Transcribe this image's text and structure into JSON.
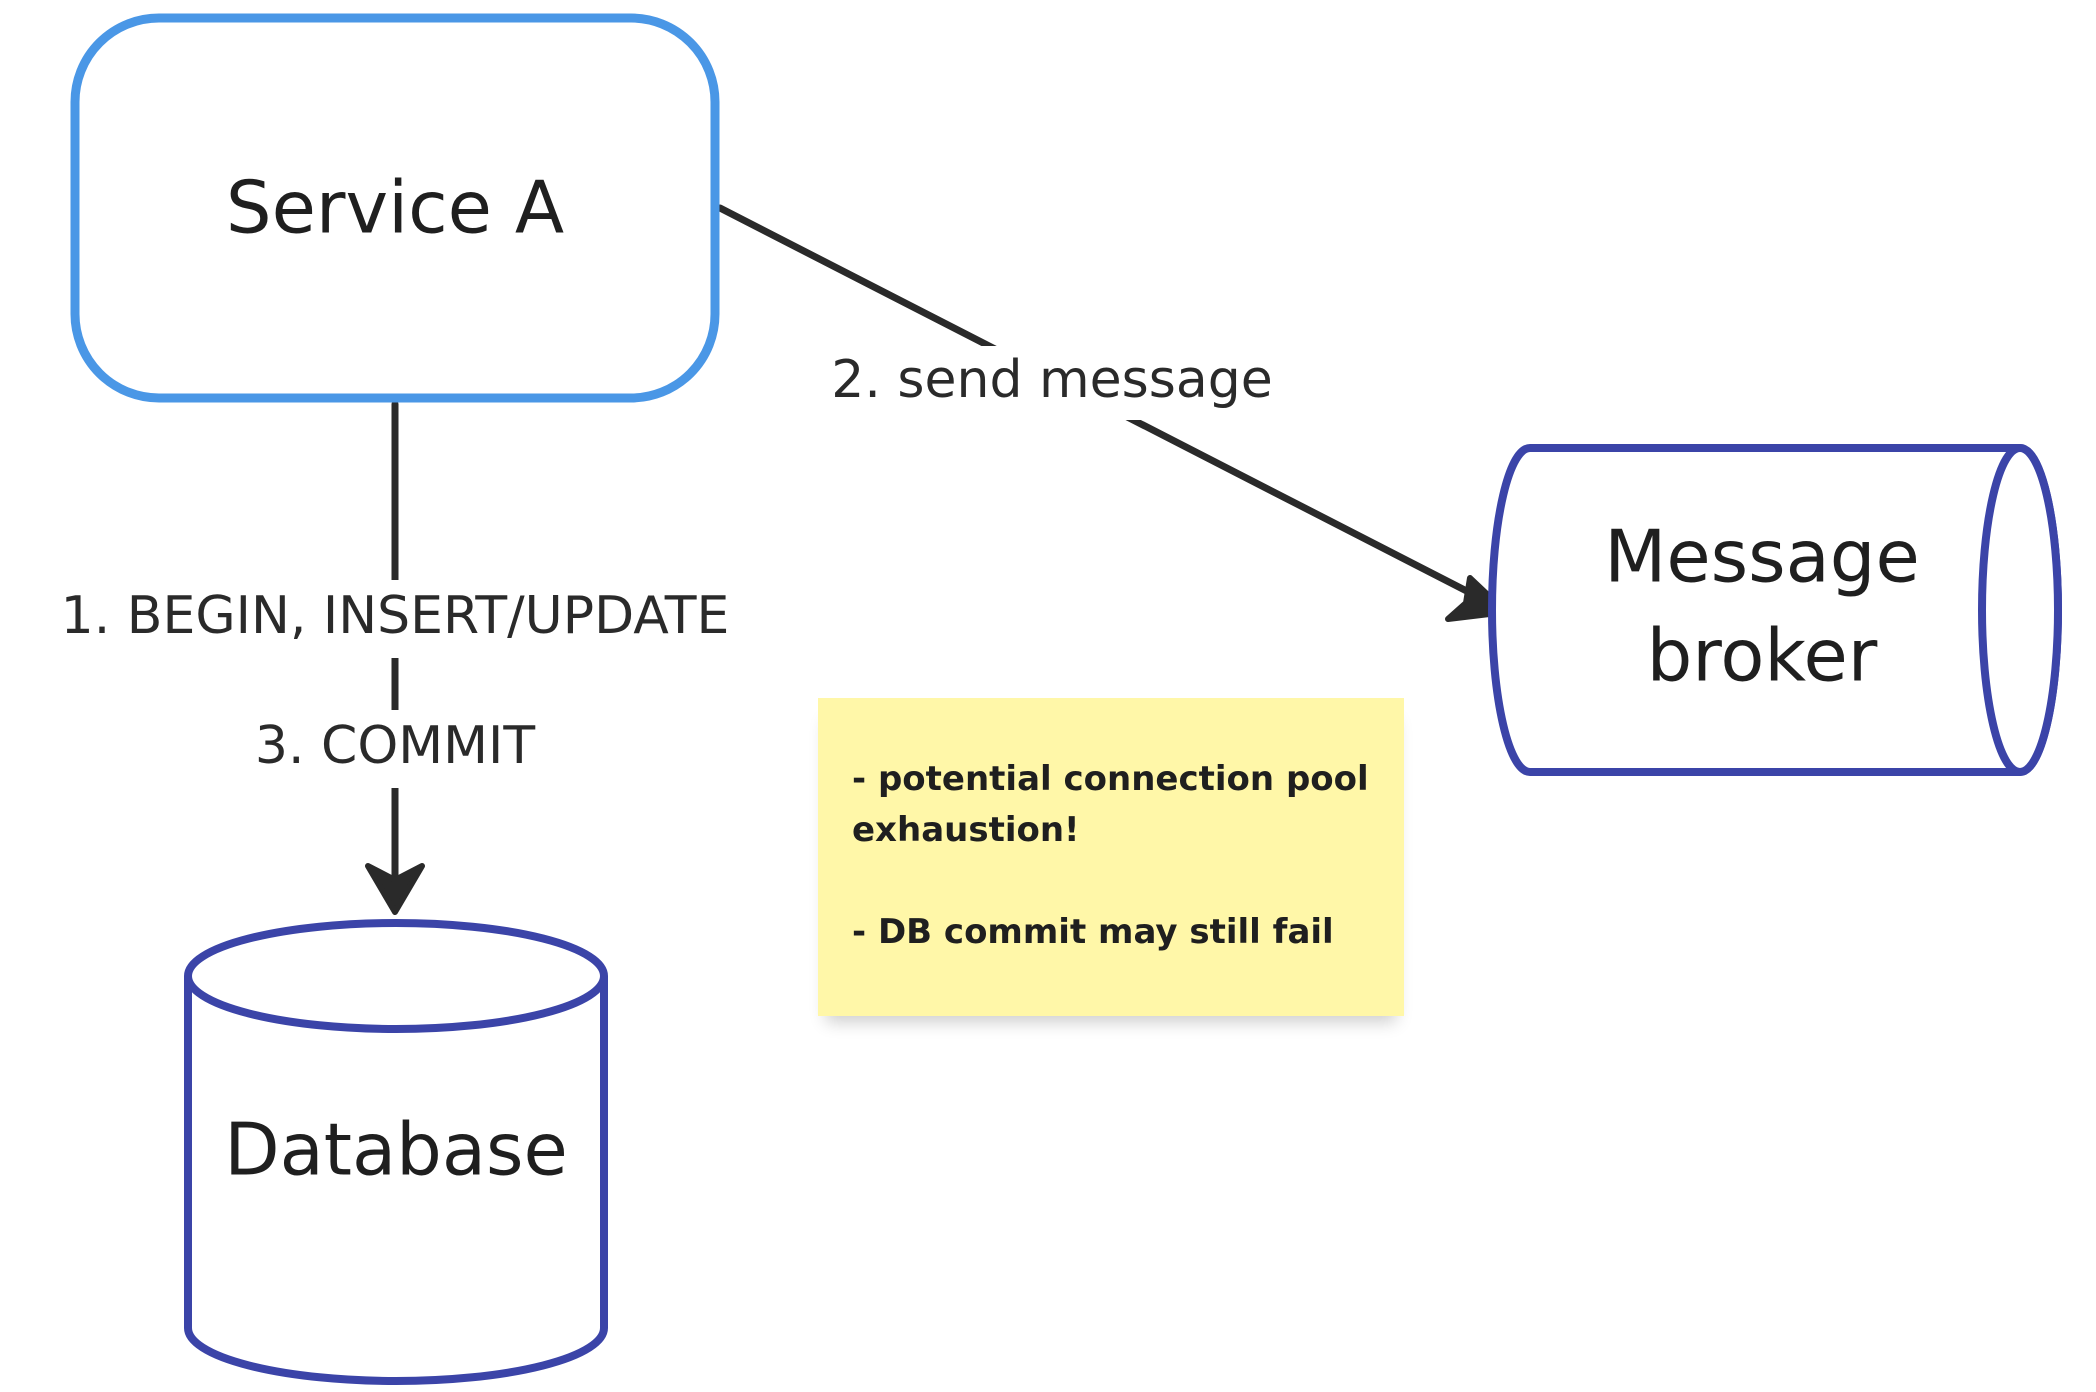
{
  "nodes": {
    "service_a": {
      "label": "Service A",
      "stroke_color": "#4a97e6"
    },
    "message_broker": {
      "label_lines": [
        "Message",
        "broker"
      ],
      "stroke_color": "#3b44a8"
    },
    "database": {
      "label": "Database",
      "stroke_color": "#3b44a8"
    }
  },
  "edges": {
    "service_to_broker": {
      "label": "2. send message"
    },
    "service_to_database": {
      "label_1": "1. BEGIN, INSERT/UPDATE",
      "label_2": "3. COMMIT"
    }
  },
  "sticky_note": {
    "lines": [
      "- potential connection pool exhaustion!",
      "- DB commit may still fail"
    ],
    "color": "#fff7a8"
  },
  "colors": {
    "edge_color": "#2a2a2a",
    "background": "#ffffff"
  }
}
